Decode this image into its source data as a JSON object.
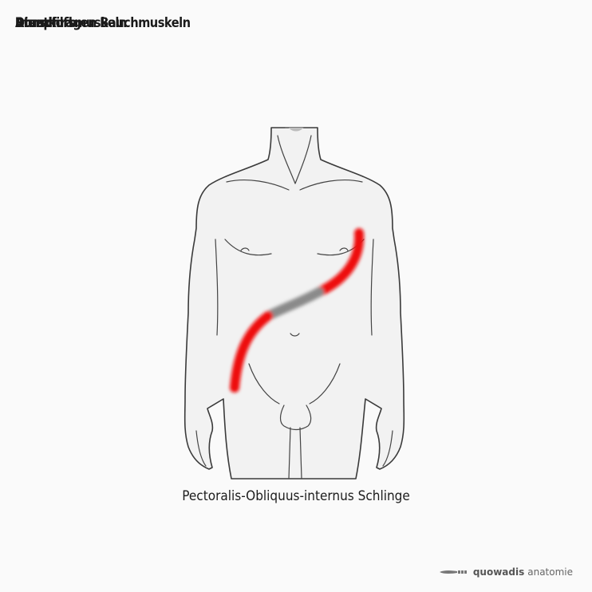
{
  "header": {
    "titles": [
      "Atemhilfsmuskeln",
      "Die schrägen Bauchmuskeln",
      "Brustkorb",
      "Rumpf"
    ]
  },
  "figure": {
    "caption": "Pectoralis-Obliquus-internus Schlinge",
    "sling_colors": {
      "muscle": "#ee1111",
      "tendon": "#8a8a8a"
    }
  },
  "footer": {
    "brand_bold": "quowadis",
    "brand_regular": "anatomie"
  }
}
